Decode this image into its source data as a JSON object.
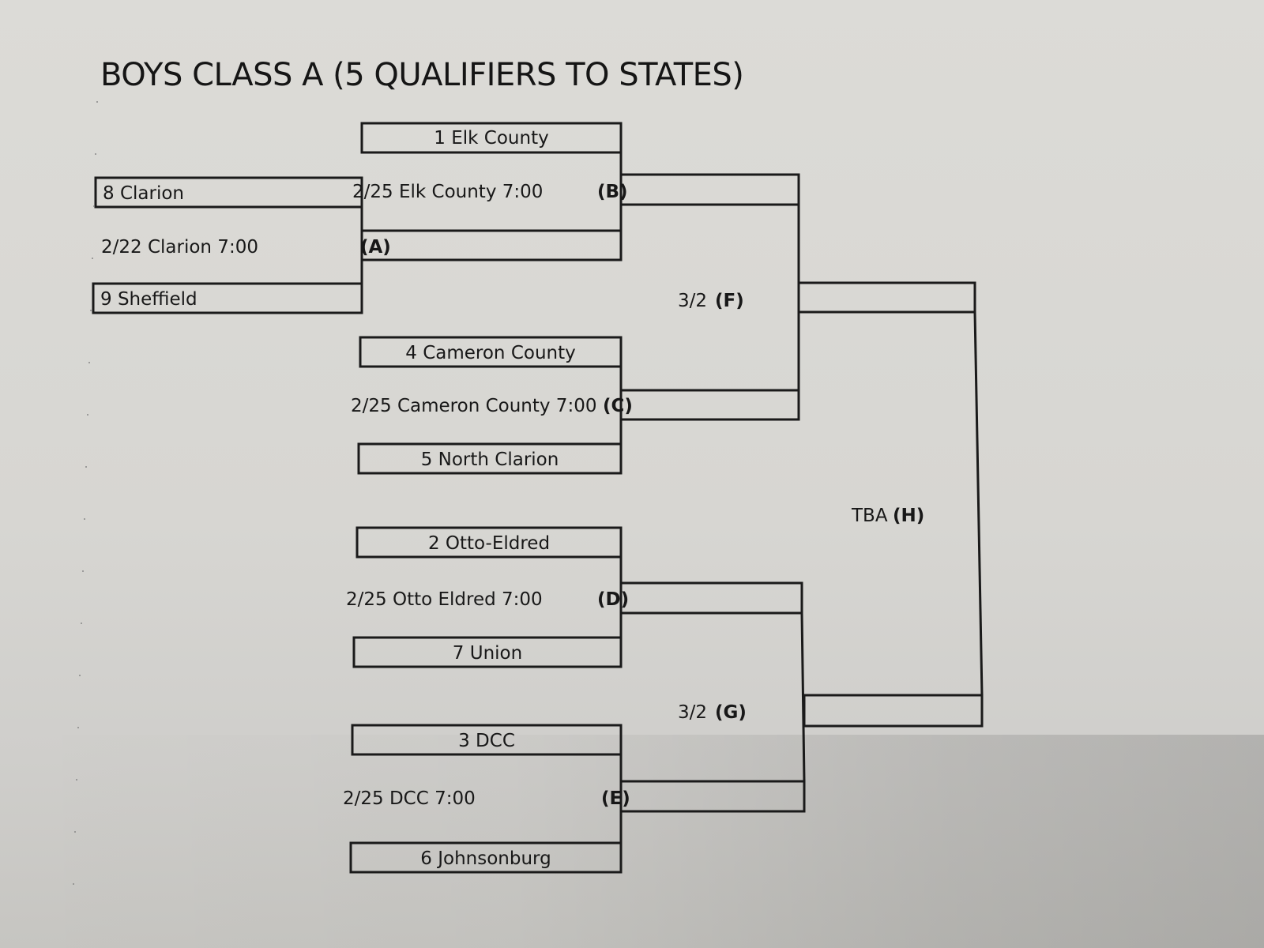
{
  "title": "BOYS CLASS A (5 QUALIFIERS TO STATES)",
  "teams": {
    "t1": "1 Elk County",
    "t8": "8 Clarion",
    "t9": "9 Sheffield",
    "t4": "4 Cameron County",
    "t5": "5 North Clarion",
    "t2": "2 Otto-Eldred",
    "t7": "7 Union",
    "t3": "3 DCC",
    "t6": "6 Johnsonburg"
  },
  "games": {
    "A": {
      "info": "2/22 Clarion 7:00",
      "tag": "(A)"
    },
    "B": {
      "info": "2/25 Elk County 7:00",
      "tag": "(B)"
    },
    "C": {
      "info": "2/25 Cameron County 7:00",
      "tag": "(C)"
    },
    "D": {
      "info": "2/25 Otto Eldred 7:00",
      "tag": "(D)"
    },
    "E": {
      "info": "2/25 DCC 7:00",
      "tag": "(E)"
    },
    "F": {
      "info": "3/2",
      "tag": "(F)"
    },
    "G": {
      "info": "3/2",
      "tag": "(G)"
    },
    "H": {
      "info": "TBA",
      "tag": "(H)"
    }
  }
}
